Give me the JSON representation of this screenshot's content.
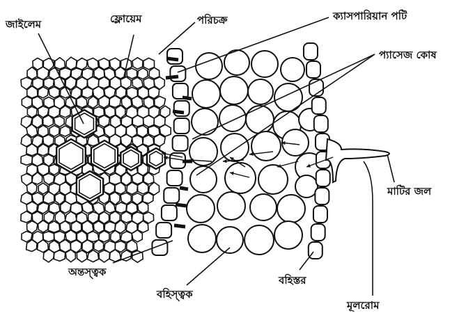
{
  "labels": {
    "xylem": "জাইলেম",
    "phloem": "ফ্লোয়েম",
    "pericycle": "পরিচক্র",
    "casparian_strip": "ক্যাসপারিয়ান পটি",
    "passage_cell": "প্যাসেজ কোষ",
    "soil_water": "মাটির জল",
    "endodermis": "অন্তস্ত্বক",
    "cortex": "বহিস্ত্বক",
    "epidermis": "বহিস্তর",
    "root_hair": "মূলরোম"
  },
  "colors": {
    "ink": "#111111",
    "background": "#ffffff"
  }
}
